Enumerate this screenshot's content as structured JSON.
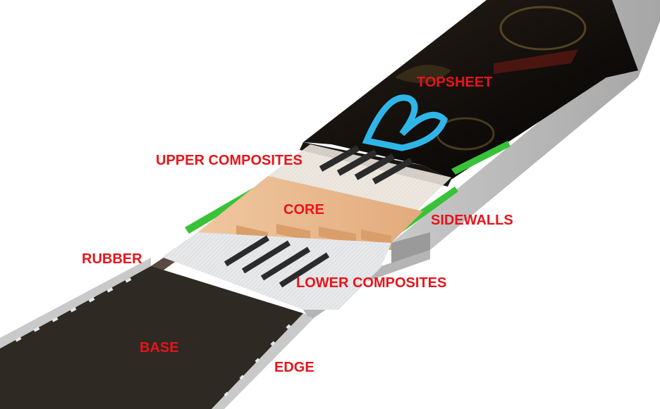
{
  "labels": {
    "topsheet": "TOPSHEET",
    "upper_composites": "UPPER COMPOSITES",
    "core": "CORE",
    "sidewalls": "SIDEWALLS",
    "rubber": "RUBBER",
    "lower_composites": "LOWER COMPOSITES",
    "base": "BASE",
    "edge": "EDGE"
  },
  "colors": {
    "label": "#e8141b",
    "topsheet": "#17130f",
    "base": "#2f2923",
    "core_wood": "#e9b88d",
    "sidewall_green": "#38c238",
    "graphic_blue": "#2fb6e8",
    "composite_stripe": "#2b2b2b"
  }
}
